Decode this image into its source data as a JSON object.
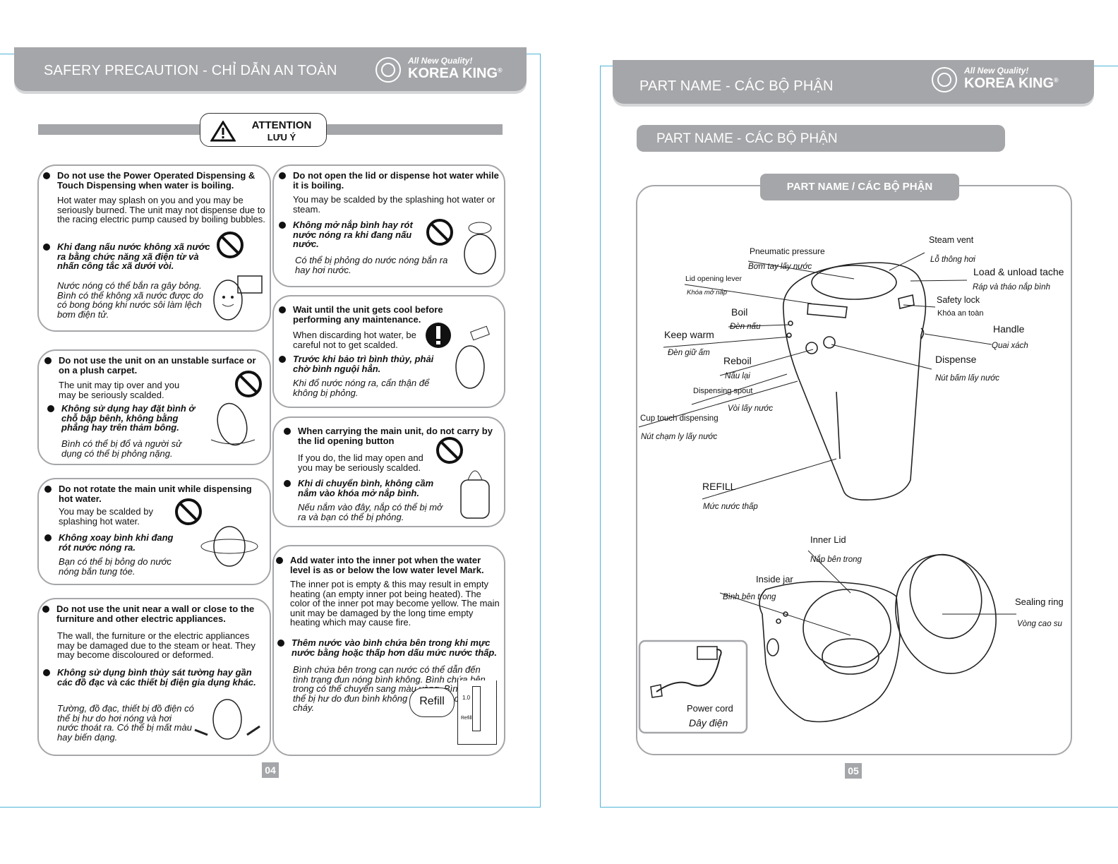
{
  "left_page": {
    "header_title": "SAFERY PRECAUTION - CHỈ DẪN AN TOÀN",
    "brand_tagline": "All New Quality!",
    "brand_name": "KOREA KING",
    "brand_mark": "®",
    "attention": {
      "title": "ATTENTION",
      "subtitle": "LƯU Ý"
    },
    "page_number": "04",
    "refill_tag": "Refill",
    "gauge_mark": "1.0",
    "gauge_label": "Refill",
    "boxes": [
      {
        "heading": "Do not use the Power Operated Dispensing & Touch Dispensing when water is boiling.",
        "body": "Hot water may splash on you and you may be seriously burned. The unit may not dispense due to the racing electric pump caused by boiling bubbles.",
        "vi_heading": "Khi đang nấu nước không xã nước ra bằng chức năng xã điện từ và nhấn công tắc xã dưới vòi.",
        "vi_body": "Nước nóng có thể bắn ra gây bỏng. Bình có thể không xã nước được do có bong bóng khi nước sôi làm lệch bơm điện tử."
      },
      {
        "heading": "Do not use the unit on an unstable surface or on a plush carpet.",
        "body": "The unit may tip over and you may be seriously scalded.",
        "vi_heading": "Không sử dụng hay đặt bình ở chỗ bập bênh, không bằng phẳng hay trên thảm bông.",
        "vi_body": "Bình có thể bị đổ và người sử dụng có thể bị phỏng nặng."
      },
      {
        "heading": "Do not rotate the main unit while dispensing hot water.",
        "body": "You may be scalded by splashing hot water.",
        "vi_heading": "Không xoay bình khi đang rót nước nóng ra.",
        "vi_body": "Bạn có thể bị bỏng do nước nóng bắn tung tóe."
      },
      {
        "heading": "Do not use the unit near a wall or close to the furniture and other electric appliances.",
        "body": "The wall, the furniture or the electric appliances may be damaged due to the steam or heat. They may become discoloured or deformed.",
        "vi_heading": "Không sử dụng bình thủy sát tường hay gần các đồ đạc và các thiết bị điện gia dụng khác.",
        "vi_body": "Tường, đồ đạc, thiết bị đồ điện có thể bị hư do hơi nóng và hơi nước thoát ra. Có thể bị mất màu hay biến dạng."
      },
      {
        "heading": "Do not open the lid or dispense hot water while it is boiling.",
        "body": "You may be scalded by the splashing hot water or steam.",
        "vi_heading": "Không mở nắp bình hay rót nước nóng ra khi đang nấu nước.",
        "vi_body": "Có thể bị phỏng do nước nóng bắn ra hay hơi nước."
      },
      {
        "heading": "Wait until the unit gets cool before performing any maintenance.",
        "body": "When discarding hot water, be careful not to get scalded.",
        "vi_heading": "Trước khi bảo trì bình thủy, phải chờ bình nguội hẳn.",
        "vi_body": "Khi đổ nước nóng ra, cẩn thận để không bị phỏng."
      },
      {
        "heading": "When carrying the main unit, do not carry by the lid opening button",
        "body": "If you do, the lid may open and you may be seriously scalded.",
        "vi_heading": "Khi di chuyển bình, không cầm nắm vào khóa mở nắp bình.",
        "vi_body": "Nếu nắm vào đây, nắp có thể bị mở ra và bạn có thể bị phỏng."
      },
      {
        "heading": "Add water into the inner pot when the water level is as or below the low water level Mark.",
        "body": "The inner pot is empty & this may result in empty heating (an empty inner pot being heated). The color of the inner pot may become yellow. The main unit may be damaged by the long time empty heating which may cause fire.",
        "vi_heading": "Thêm nước vào bình chứa bên trong khi mực nước bằng hoặc thấp hơn dấu mức nước thấp.",
        "vi_body": "Bình chứa bên trong cạn nước có thể dẫn đến tình trạng đun nóng bình không. Bình chứa bên trong có thể chuyển sang màu vàng. Bình thủy có thể bị hư do đun bình không khá lâu và có thể gây cháy."
      }
    ]
  },
  "right_page": {
    "header_title": "PART NAME - CÁC BỘ PHẬN",
    "brand_tagline": "All New Quality!",
    "brand_name": "KOREA KING",
    "brand_mark": "®",
    "section_bar": "PART NAME - CÁC BỘ PHẬN",
    "panel_tab": "PART NAME / CÁC BỘ PHẬN",
    "page_number": "05",
    "parts": [
      {
        "en": "Steam vent",
        "vi": "Lỗ thông hơi"
      },
      {
        "en": "Pneumatic pressure",
        "vi": "Bơm tay lấy nước"
      },
      {
        "en": "Lid opening lever",
        "vi": "Khóa mở nắp"
      },
      {
        "en": "Load & unload tache",
        "vi": "Ráp và tháo nắp bình"
      },
      {
        "en": "Safety lock",
        "vi": "Khóa an toàn"
      },
      {
        "en": "Boil",
        "vi": "Đèn nấu"
      },
      {
        "en": "Keep warm",
        "vi": "Đèn giữ ấm"
      },
      {
        "en": "Handle",
        "vi": "Quai xách"
      },
      {
        "en": "Reboil",
        "vi": "Nấu lại"
      },
      {
        "en": "Dispense",
        "vi": "Nút bấm lấy nước"
      },
      {
        "en": "Dispensing spout",
        "vi": "Vòi lấy nước"
      },
      {
        "en": "Cup touch dispensing",
        "vi": "Nút chạm ly lấy nước"
      },
      {
        "en": "REFILL",
        "vi": "Mức nước thấp"
      },
      {
        "en": "Inner Lid",
        "vi": "Nắp bên trong"
      },
      {
        "en": "Inside jar",
        "vi": "Bình bên trong"
      },
      {
        "en": "Sealing ring",
        "vi": "Vòng cao su"
      },
      {
        "en": "Power cord",
        "vi": "Dây điện"
      }
    ]
  }
}
